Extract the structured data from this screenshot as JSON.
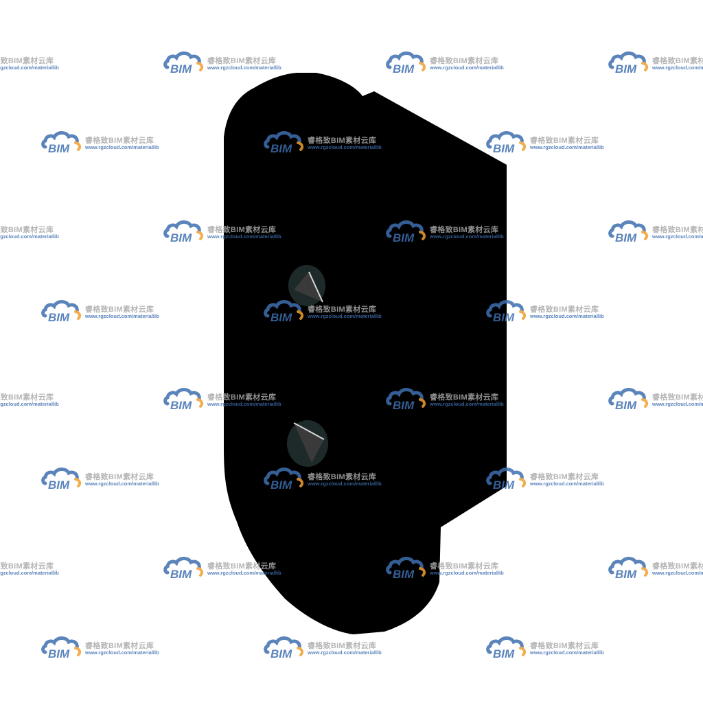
{
  "scene": {
    "background_color": "#ffffff",
    "object": {
      "fill_color": "#000000",
      "marker_color": "#3a3a3a",
      "marker_halo_color": "#1e2a2a",
      "marker_edge_color": "#d8d8d8"
    }
  },
  "watermark": {
    "brand_text": "睿格致BIM素材云库",
    "url_text": "www.rgzcloud.com/materiallib",
    "logo_text": "BIM",
    "logo_blue": "#3f6fb0",
    "logo_orange": "#f0a030",
    "text_gray": "#a9a9a9"
  }
}
